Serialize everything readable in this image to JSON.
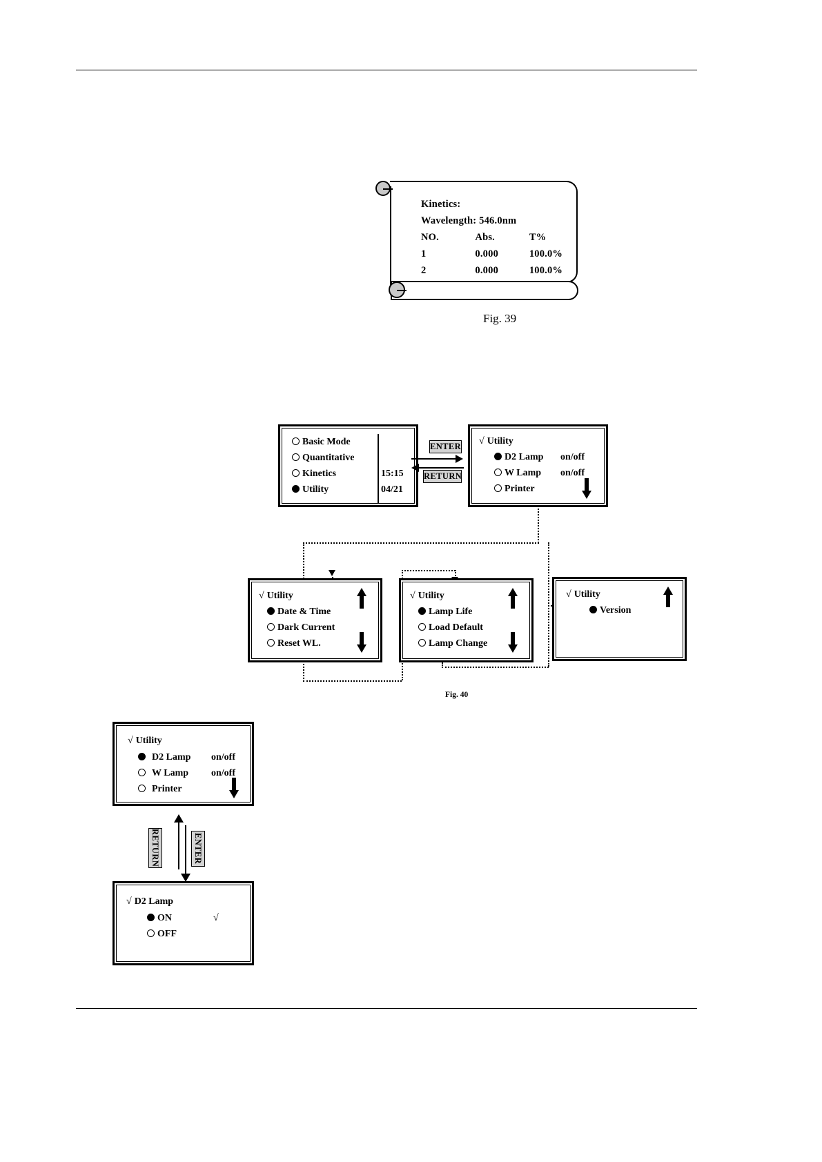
{
  "page": {
    "fig39_caption": "Fig. 39",
    "fig40_caption": "Fig. 40"
  },
  "printout": {
    "title": "Kinetics:",
    "wavelength": "Wavelength: 546.0nm",
    "headers": [
      "NO.",
      "Abs.",
      "T%"
    ],
    "rows": [
      [
        "1",
        "0.000",
        "100.0%"
      ],
      [
        "2",
        "0.000",
        "100.0%"
      ]
    ]
  },
  "fig40": {
    "main_menu": {
      "items": [
        {
          "marker": "open",
          "label": "Basic Mode",
          "value": ""
        },
        {
          "marker": "open",
          "label": "Quantitative",
          "value": ""
        },
        {
          "marker": "open",
          "label": "Kinetics",
          "value": "15:15"
        },
        {
          "marker": "filled",
          "label": "Utility",
          "value": "04/21"
        }
      ]
    },
    "keys": {
      "enter": "ENTER",
      "return": "RETURN"
    },
    "utility_page1": {
      "title": "Utility",
      "check": "√",
      "items": [
        {
          "marker": "filled",
          "label": "D2 Lamp",
          "value": "on/off"
        },
        {
          "marker": "open",
          "label": "W Lamp",
          "value": "on/off"
        },
        {
          "marker": "open",
          "label": "Printer",
          "value": ""
        }
      ],
      "scroll_down": "down-arrow"
    },
    "utility_page2": {
      "title": "Utility",
      "check": "√",
      "items": [
        {
          "marker": "filled",
          "label": "Date & Time",
          "value": ""
        },
        {
          "marker": "open",
          "label": "Dark Current",
          "value": ""
        },
        {
          "marker": "open",
          "label": "Reset WL.",
          "value": ""
        }
      ]
    },
    "utility_page3": {
      "title": "Utility",
      "check": "√",
      "items": [
        {
          "marker": "filled",
          "label": "Lamp Life",
          "value": ""
        },
        {
          "marker": "open",
          "label": "Load Default",
          "value": ""
        },
        {
          "marker": "open",
          "label": "Lamp Change",
          "value": ""
        }
      ]
    },
    "utility_page4": {
      "title": "Utility",
      "check": "√",
      "items": [
        {
          "marker": "filled",
          "label": "Version",
          "value": ""
        }
      ]
    }
  },
  "fig41": {
    "utility": {
      "title": "Utility",
      "check": "√",
      "items": [
        {
          "marker": "filled",
          "label": "D2 Lamp",
          "value": "on/off"
        },
        {
          "marker": "open",
          "label": "W Lamp",
          "value": "on/off"
        },
        {
          "marker": "open",
          "label": "Printer",
          "value": ""
        }
      ]
    },
    "keys": {
      "return": "RETURN",
      "enter": "ENTER"
    },
    "d2lamp": {
      "title": "D2 Lamp",
      "check": "√",
      "items": [
        {
          "marker": "filled",
          "label": "ON",
          "value": "√"
        },
        {
          "marker": "open",
          "label": "OFF",
          "value": ""
        }
      ]
    }
  },
  "colors": {
    "ink": "#000000",
    "key_face": "#d4d4d4",
    "curl_fill": "#c9c9c9"
  }
}
